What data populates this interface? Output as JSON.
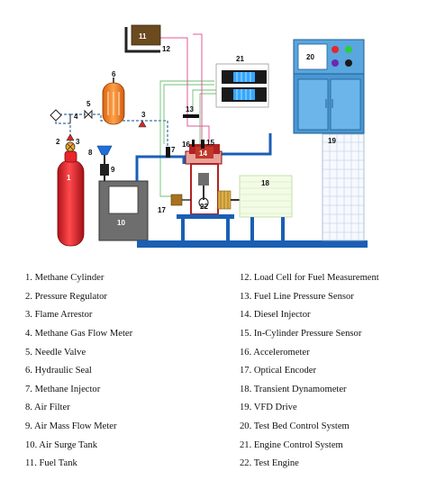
{
  "diagram": {
    "labels": {
      "n1": "1",
      "n2": "2",
      "n3a": "3",
      "n3b": "3",
      "n4": "4",
      "n5": "5",
      "n6": "6",
      "n7": "7",
      "n8": "8",
      "n9": "9",
      "n10": "10",
      "n11": "11",
      "n12": "12",
      "n13": "13",
      "n14": "14",
      "n15": "15",
      "n16": "16",
      "n17": "17",
      "n18": "18",
      "n19": "19",
      "n20": "20",
      "n21": "21",
      "n22": "22"
    },
    "colors": {
      "cylinder": "#e8262c",
      "seal": "#f07c1e",
      "bed": "#1a5fb4",
      "engine": "#b22222",
      "control_cabinet": "#2f86c8",
      "tank": "#7a4f1e",
      "surge_tank": "#6e6e6e",
      "ecu_blue": "#1e90ff",
      "fuel_line": "#e05a9a",
      "signal_line": "#2e8b57"
    }
  },
  "legend": {
    "left": [
      "1. Methane Cylinder",
      "2. Pressure Regulator",
      "3. Flame Arrestor",
      "4. Methane Gas Flow Meter",
      "5. Needle Valve",
      "6. Hydraulic Seal",
      "7. Methane Injector",
      "8. Air Filter",
      "9. Air Mass Flow Meter",
      "10. Air Surge Tank",
      "11. Fuel Tank"
    ],
    "right": [
      "12. Load Cell for Fuel Measurement",
      "13. Fuel Line Pressure Sensor",
      "14. Diesel Injector",
      "15. In-Cylinder Pressure Sensor",
      "16. Accelerometer",
      "17. Optical Encoder",
      "18. Transient Dynamometer",
      "19. VFD Drive",
      "20. Test Bed Control System",
      "21. Engine Control System",
      "22. Test Engine"
    ]
  }
}
